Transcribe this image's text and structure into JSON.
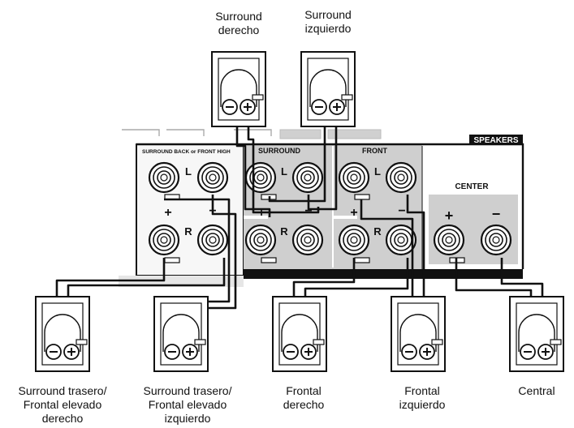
{
  "panel": {
    "title": "SPEAKERS",
    "group_surround_back": "SURROUND BACK or FRONT HIGH",
    "group_surround": "SURROUND",
    "group_front": "FRONT",
    "group_center": "CENTER",
    "channel_left": "L",
    "channel_right": "R",
    "plus": "+",
    "minus": "−"
  },
  "speakers": {
    "surround_right": [
      "Surround",
      "derecho"
    ],
    "surround_left": [
      "Surround",
      "izquierdo"
    ],
    "surround_back_right": [
      "Surround trasero/",
      "Frontal elevado",
      "derecho"
    ],
    "surround_back_left": [
      "Surround trasero/",
      "Frontal elevado",
      "izquierdo"
    ],
    "front_right": [
      "Frontal",
      "derecho"
    ],
    "front_left": [
      "Frontal",
      "izquierdo"
    ],
    "center": [
      "Central"
    ]
  },
  "colors": {
    "ink": "#111111",
    "panel_gray": "#c8c8c8",
    "panel_light": "#e6e6e6"
  }
}
